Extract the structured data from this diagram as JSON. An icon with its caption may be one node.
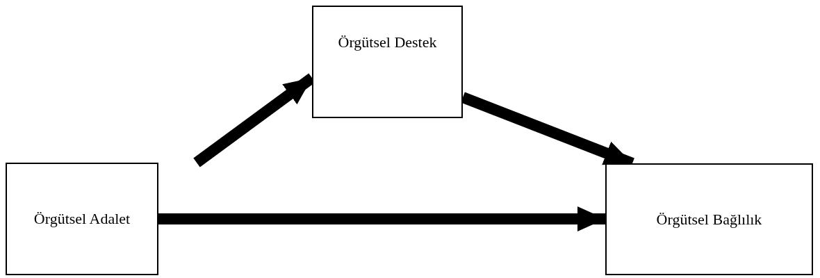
{
  "diagram": {
    "nodes": [
      {
        "text": [
          "Örgütsel Adalet"
        ]
      },
      {
        "text": [
          "Örgütsel Destek"
        ]
      },
      {
        "text": [
          "Örgütsel Bağlılık"
        ]
      }
    ],
    "edges": [
      {
        "from": 0,
        "to": 1,
        "arrow": "to"
      },
      {
        "from": 1,
        "to": 2,
        "arrow": "to"
      },
      {
        "from": 0,
        "to": 2,
        "arrow": "to"
      }
    ]
  }
}
